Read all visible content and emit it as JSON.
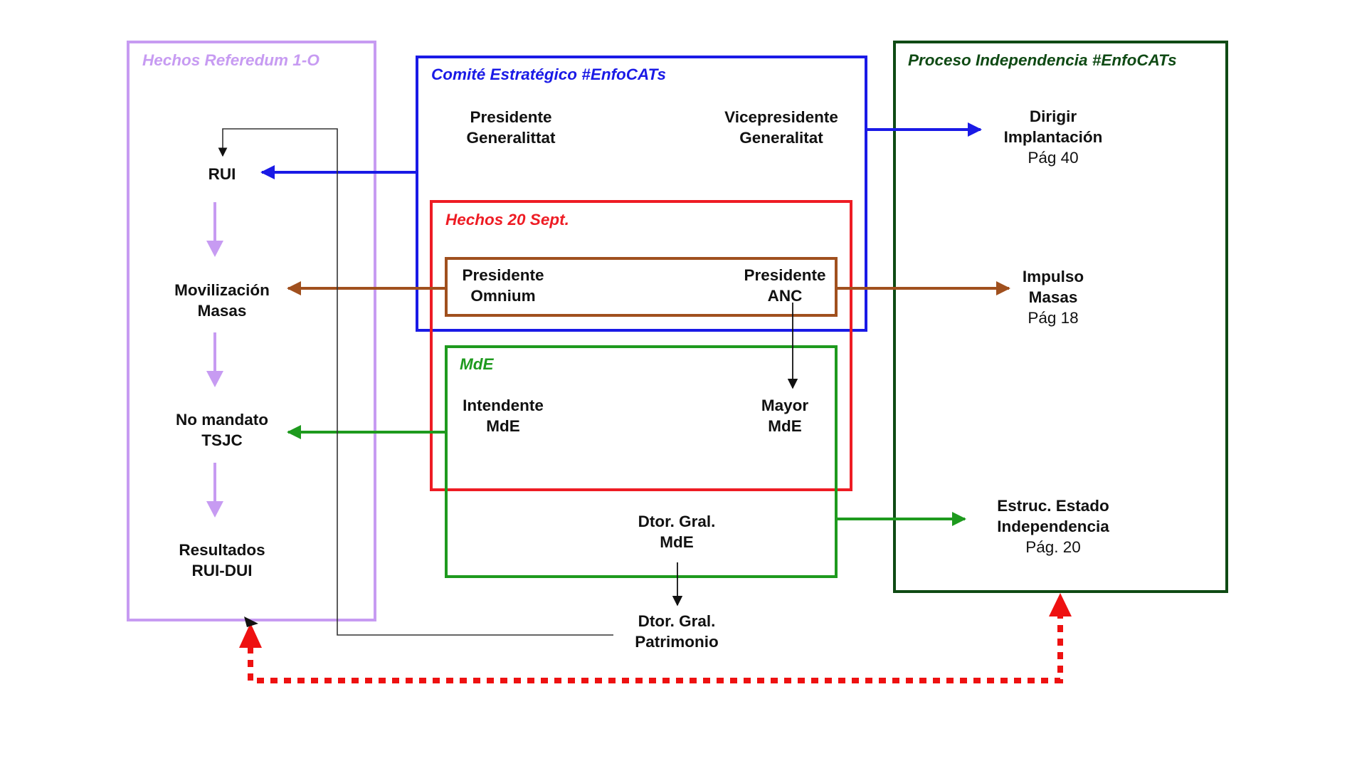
{
  "colors": {
    "lavender": "#c79bf2",
    "blue": "#1a1ae6",
    "red": "#ee1c24",
    "brown": "#a0501e",
    "green": "#1e9a1e",
    "dark_green": "#0f4a14",
    "dotted_red": "#ee1111",
    "thin_line": "#333333"
  },
  "boxes": {
    "referendum": {
      "title": "Hechos Referedum 1-O"
    },
    "comite": {
      "title": "Comité Estratégico #EnfoCATs"
    },
    "proceso": {
      "title": "Proceso Independencia #EnfoCATs"
    },
    "sept": {
      "title": "Hechos 20 Sept."
    },
    "mde": {
      "title": "MdE"
    }
  },
  "nodes": {
    "rui": [
      "RUI"
    ],
    "movilizacion": [
      "Movilización",
      "Masas"
    ],
    "no_mandato": [
      "No mandato",
      "TSJC"
    ],
    "resultados": [
      "Resultados",
      "RUI-DUI"
    ],
    "presidente_generalitat": [
      "Presidente",
      "Generalittat"
    ],
    "vicepresidente_generalitat": [
      "Vicepresidente",
      "Generalitat"
    ],
    "presidente_omnium": [
      "Presidente",
      "Omnium"
    ],
    "presidente_anc": [
      "Presidente",
      "ANC"
    ],
    "intendente_mde": [
      "Intendente",
      "MdE"
    ],
    "mayor_mde": [
      "Mayor",
      "MdE"
    ],
    "dtor_gral_mde": [
      "Dtor. Gral.",
      "MdE"
    ],
    "dtor_gral_patrimonio": [
      "Dtor. Gral.",
      "Patrimonio"
    ],
    "dirigir": [
      "Dirigir",
      "Implantación"
    ],
    "impulso": [
      "Impulso",
      "Masas"
    ],
    "estruc": [
      "Estruc. Estado",
      "Independencia"
    ]
  },
  "page_refs": {
    "dirigir": "Pág 40",
    "impulso": "Pág 18",
    "estruc": "Pág. 20"
  }
}
